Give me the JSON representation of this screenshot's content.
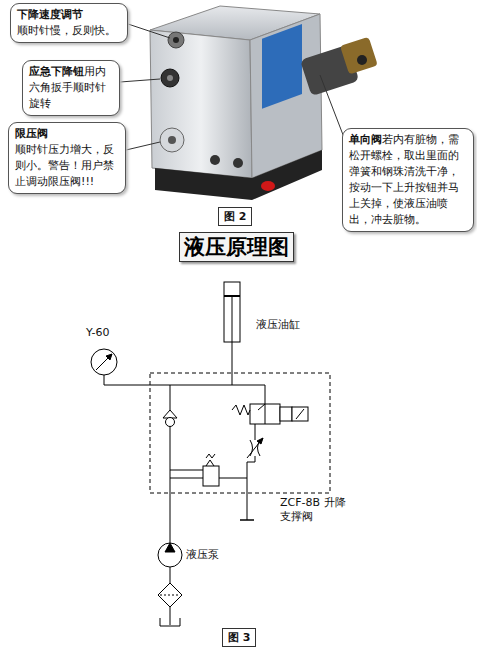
{
  "diagram": {
    "title": "液压原理图",
    "nodes": [
      {
        "text": [
          "下降速度调节",
          "顺时针慢，反则快。"
        ]
      },
      {
        "text": [
          "应急下降钮",
          "用内六角扳手顺时针旋转"
        ]
      },
      {
        "text": [
          "限压阀",
          "顺时针压力增大，反则小。警告！用户禁止调动限压阀!!!"
        ]
      },
      {
        "text": [
          "单向阀",
          "若内有脏物，需松开螺栓，取出里面的弹簧和钢珠清洗干净，按动一下上升按钮并马上关掉，使液压油喷出，冲去脏物。"
        ]
      },
      {
        "text": [
          "图 2"
        ]
      },
      {
        "text": [
          "图 3"
        ]
      }
    ],
    "labels": [
      "Y-60",
      "液压油缸",
      "ZCF-8B 升降支撑阀",
      "液压泵"
    ]
  }
}
